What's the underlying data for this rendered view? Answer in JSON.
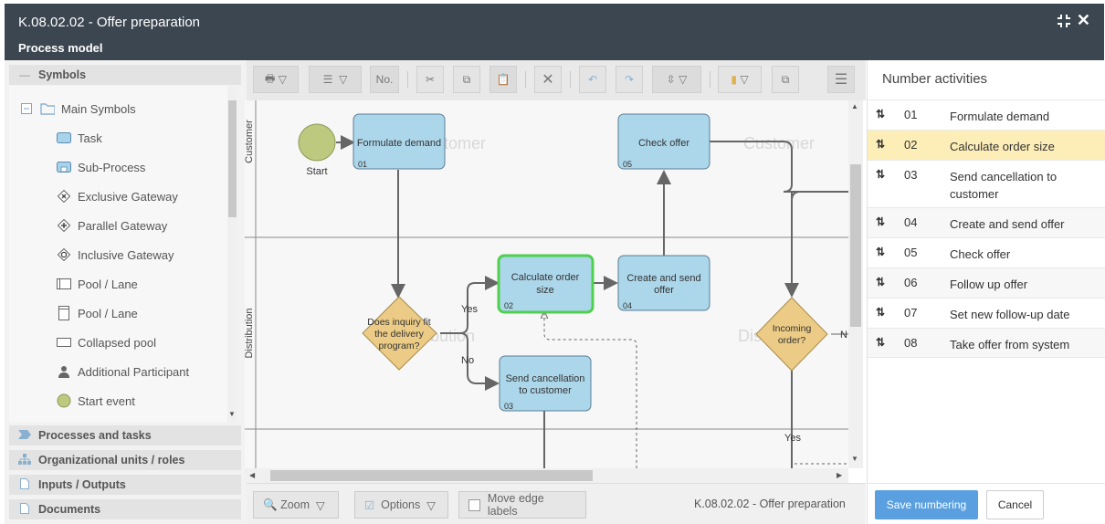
{
  "window": {
    "title": "K.08.02.02 - Offer preparation",
    "subtitle": "Process model"
  },
  "left": {
    "symbols_header": "Symbols",
    "main_symbols": "Main Symbols",
    "symbols": [
      {
        "label": "Task",
        "icon": "task-icon"
      },
      {
        "label": "Sub-Process",
        "icon": "subprocess-icon"
      },
      {
        "label": "Exclusive Gateway",
        "icon": "exclusive-gateway-icon"
      },
      {
        "label": "Parallel Gateway",
        "icon": "parallel-gateway-icon"
      },
      {
        "label": "Inclusive Gateway",
        "icon": "inclusive-gateway-icon"
      },
      {
        "label": "Pool / Lane",
        "icon": "pool-horizontal-icon"
      },
      {
        "label": "Pool / Lane",
        "icon": "pool-vertical-icon"
      },
      {
        "label": "Collapsed pool",
        "icon": "collapsed-pool-icon"
      },
      {
        "label": "Additional Participant",
        "icon": "participant-icon"
      },
      {
        "label": "Start event",
        "icon": "start-event-icon"
      }
    ],
    "sections": [
      "Processes and tasks",
      "Organizational units / roles",
      "Inputs / Outputs",
      "Documents"
    ]
  },
  "toolbar": {
    "number_label": "No."
  },
  "diagram": {
    "lanes": [
      "Customer",
      "Distribution"
    ],
    "lane_watermarks": [
      "Customer",
      "Customer",
      "Distribution",
      "Distribution"
    ],
    "start_label": "Start",
    "tasks": [
      {
        "label": "Formulate demand",
        "num": "01"
      },
      {
        "label": "Check offer",
        "num": "05"
      },
      {
        "label": "Calculate order size",
        "num": "02"
      },
      {
        "label": "Create and send offer",
        "num": "04"
      },
      {
        "label": "Send cancellation to customer",
        "num": "03"
      }
    ],
    "gateways": [
      "Does inquiry fit the delivery program?",
      "Incoming order?"
    ],
    "edge_labels": [
      "Yes",
      "No",
      "Yes",
      "N"
    ]
  },
  "bottom": {
    "zoom": "Zoom",
    "options": "Options",
    "move_edge": "Move edge labels",
    "status": "K.08.02.02 - Offer preparation"
  },
  "right": {
    "title": "Number activities",
    "rows": [
      {
        "num": "01",
        "name": "Formulate demand"
      },
      {
        "num": "02",
        "name": "Calculate order size"
      },
      {
        "num": "03",
        "name": "Send cancellation to customer"
      },
      {
        "num": "04",
        "name": "Create and send offer"
      },
      {
        "num": "05",
        "name": "Check offer"
      },
      {
        "num": "06",
        "name": "Follow up offer"
      },
      {
        "num": "07",
        "name": "Set new follow-up date"
      },
      {
        "num": "08",
        "name": "Take offer from system"
      }
    ],
    "save": "Save numbering",
    "cancel": "Cancel",
    "selected_color": "#fdeeb8"
  }
}
